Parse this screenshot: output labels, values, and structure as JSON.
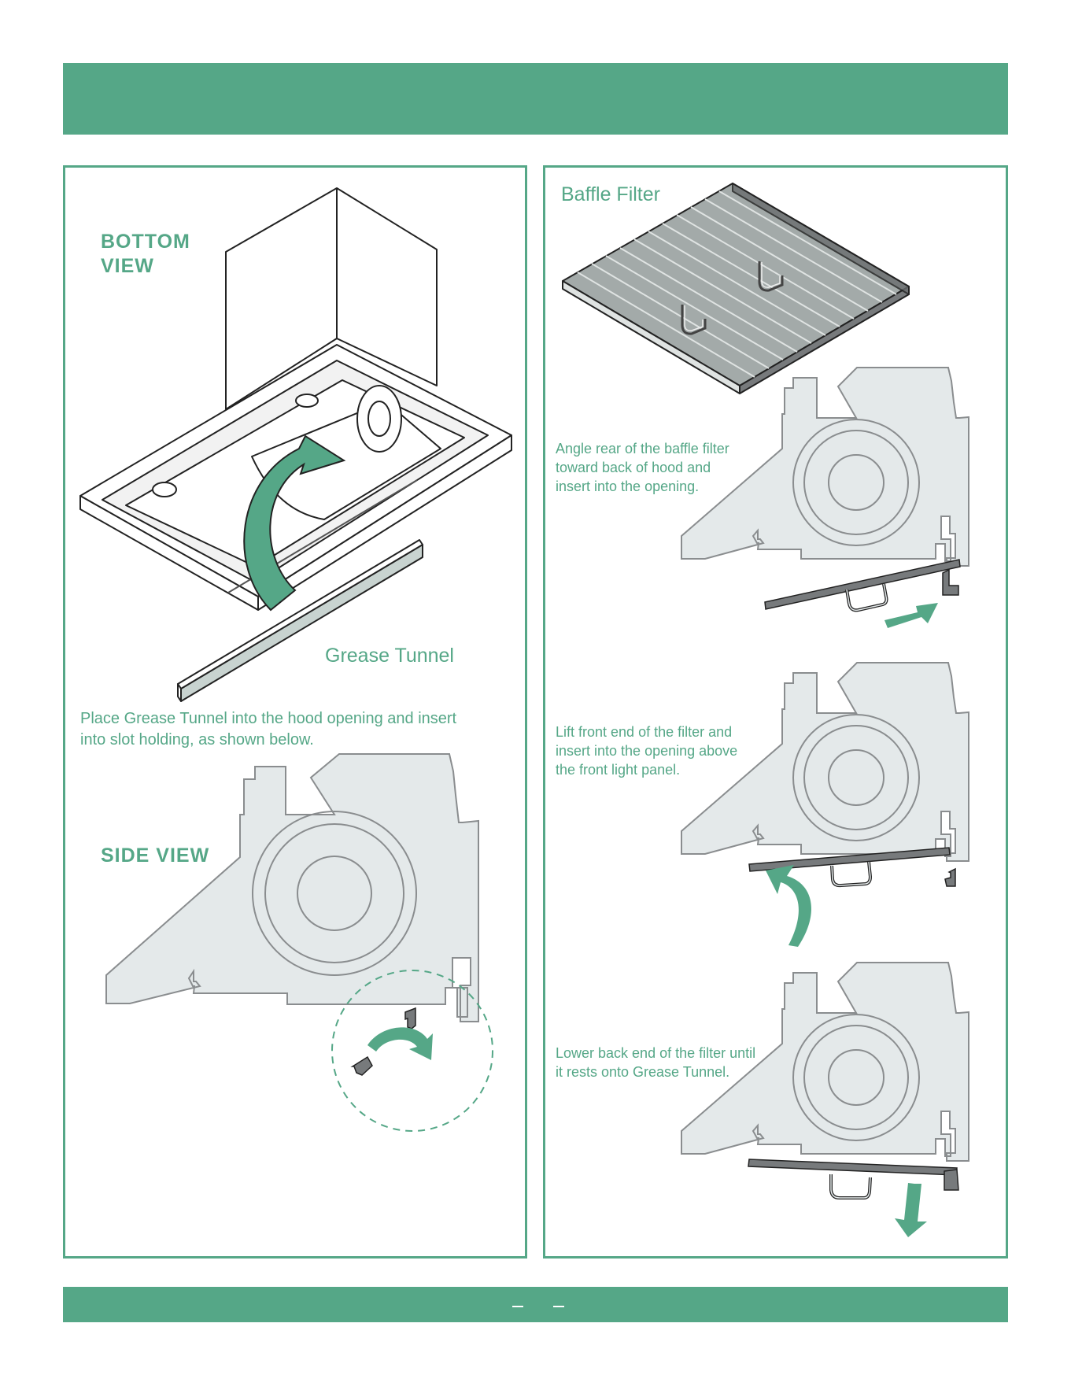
{
  "header": {
    "text": ""
  },
  "left_panel": {
    "bottom_view_label": [
      "BOTTOM",
      "VIEW"
    ],
    "grease_tunnel_label": "Grease Tunnel",
    "instruction": [
      "Place Grease Tunnel into the hood opening and insert",
      "into slot holding, as shown below."
    ],
    "side_view_label": "SIDE VIEW"
  },
  "right_panel": {
    "baffle_filter_label": "Baffle Filter",
    "step1": [
      "Angle rear of the baffle filter",
      "toward back of hood and",
      "insert into the opening."
    ],
    "step2": [
      "Lift front end of the filter and",
      "insert into the opening above",
      "the front light panel."
    ],
    "step3": [
      "Lower back end of the filter until",
      "it rests onto Grease Tunnel."
    ]
  },
  "colors": {
    "accent": "#55a787",
    "panel_fill": "#e4e9ea",
    "outline": "#8a8d8f",
    "metal": "#777a7c"
  },
  "icons": [
    "arrow-icon",
    "hood-illustration",
    "baffle-filter-illustration",
    "side-view-illustration"
  ]
}
